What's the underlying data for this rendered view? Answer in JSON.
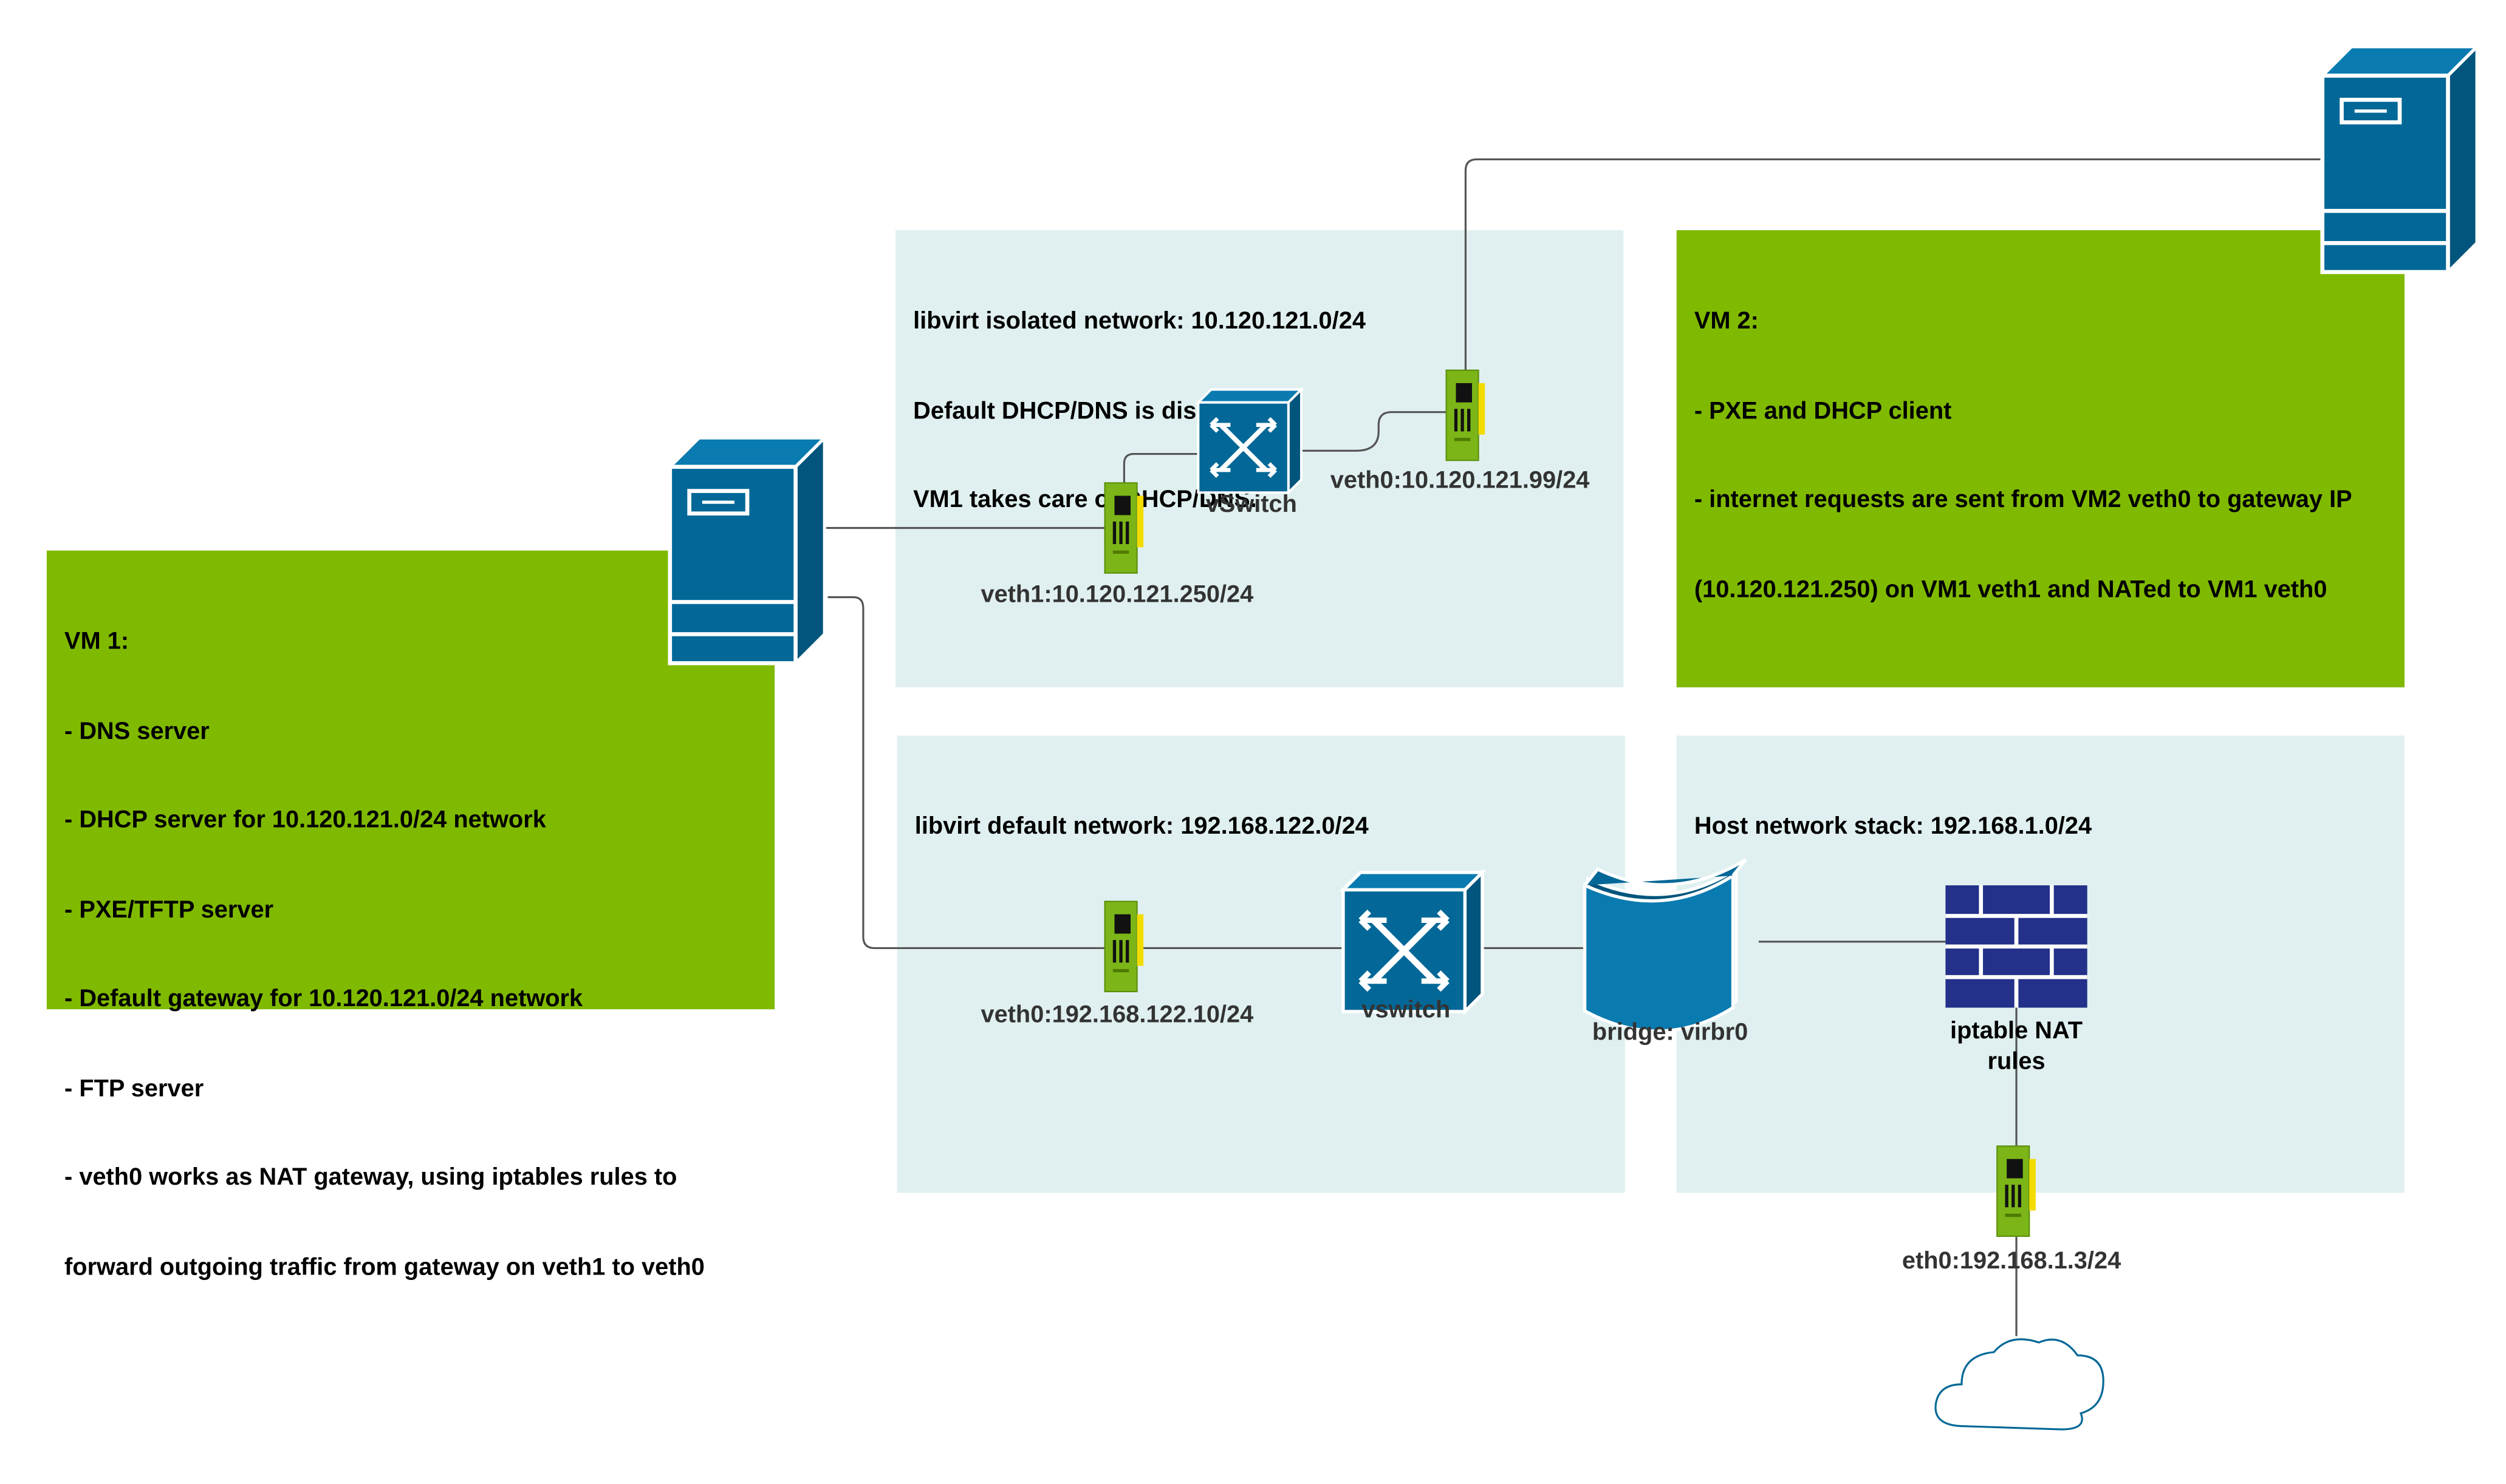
{
  "zones": {
    "isolated": {
      "lines": [
        "libvirt isolated network: 10.120.121.0/24",
        "Default DHCP/DNS is disabled.",
        "VM1 takes care of DHCP/DNS."
      ]
    },
    "default_net": {
      "lines": [
        "libvirt default network: 192.168.122.0/24"
      ]
    },
    "host": {
      "lines": [
        "Host network stack: 192.168.1.0/24"
      ]
    },
    "vm1": {
      "lines": [
        "VM 1:",
        "- DNS server",
        "- DHCP server for 10.120.121.0/24 network",
        "- PXE/TFTP server",
        "- Default gateway for 10.120.121.0/24 network",
        "- FTP server",
        "- veth0 works as NAT gateway, using iptables rules to",
        "forward outgoing traffic from gateway on veth1 to veth0"
      ]
    },
    "vm2": {
      "lines": [
        "VM 2:",
        "- PXE and DHCP client",
        "- internet requests are sent from VM2 veth0 to gateway IP",
        "(10.120.121.250) on VM1 veth1 and NATed to VM1 veth0"
      ]
    }
  },
  "labels": {
    "vswitch_top": "vSwitch",
    "veth0_vm2": "veth0:10.120.121.99/24",
    "veth1_vm1": "veth1:10.120.121.250/24",
    "veth0_vm1": "veth0:192.168.122.10/24",
    "vswitch_bottom": "vswitch",
    "bridge": "bridge: virbr0",
    "iptable_nat_line1": "iptable NAT",
    "iptable_nat_line2": "rules",
    "eth0_host": "eth0:192.168.1.3/24"
  },
  "colors": {
    "zone_blue": "#e0f0f0",
    "zone_green": "#80ba00",
    "device_blue": "#036897",
    "device_dark": "#02557c",
    "nic_green": "#7cb518",
    "nic_yellow": "#f2dc00",
    "wire": "#555555",
    "cloud_stroke": "#036897"
  },
  "icons": {
    "server_vm1": "server-tower-icon",
    "server_vm2": "server-tower-icon",
    "switch": "network-switch-icon",
    "bridge": "bridge-icon",
    "firewall": "firewall-icon",
    "nic": "network-card-icon",
    "cloud": "cloud-icon"
  }
}
